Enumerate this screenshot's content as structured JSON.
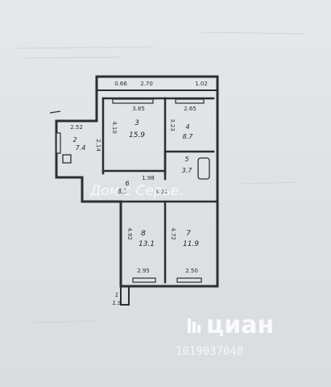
{
  "plan": {
    "wall_color": "#2b2f33",
    "rooms": [
      {
        "id": "room-3",
        "number": "3",
        "area": "15.9"
      },
      {
        "id": "room-4",
        "number": "4",
        "area": "8.7"
      },
      {
        "id": "room-5",
        "number": "5",
        "area": "3.7"
      },
      {
        "id": "room-2",
        "number": "2",
        "area": "7.4"
      },
      {
        "id": "room-6",
        "number": "6",
        "area": "8.1"
      },
      {
        "id": "room-8",
        "number": "8",
        "area": "13.1"
      },
      {
        "id": "room-7",
        "number": "7",
        "area": "11.9"
      },
      {
        "id": "balcony",
        "number": "1",
        "area": "1.9"
      }
    ],
    "dimensions": [
      {
        "id": "dim-0-66",
        "text": "0.66"
      },
      {
        "id": "dim-2-70",
        "text": "2.70"
      },
      {
        "id": "dim-1-02",
        "text": "1.02"
      },
      {
        "id": "dim-3-85",
        "text": "3.85"
      },
      {
        "id": "dim-2-65",
        "text": "2.65"
      },
      {
        "id": "dim-4-10",
        "text": "4.10"
      },
      {
        "id": "dim-3-23",
        "text": "3.23"
      },
      {
        "id": "dim-2-52",
        "text": "2.52"
      },
      {
        "id": "dim-2-14",
        "text": "2.14"
      },
      {
        "id": "dim-1-98",
        "text": "1.98"
      },
      {
        "id": "dim-5-05",
        "text": "5.05"
      },
      {
        "id": "dim-4-92",
        "text": "4.92"
      },
      {
        "id": "dim-4-72",
        "text": "4.72"
      },
      {
        "id": "dim-2-95",
        "text": "2.95"
      },
      {
        "id": "dim-2-50",
        "text": "2.50"
      }
    ]
  },
  "watermarks": {
    "agency_text": "Дом с Серье.",
    "logo_text": "циан",
    "listing_id": "1019037048"
  }
}
